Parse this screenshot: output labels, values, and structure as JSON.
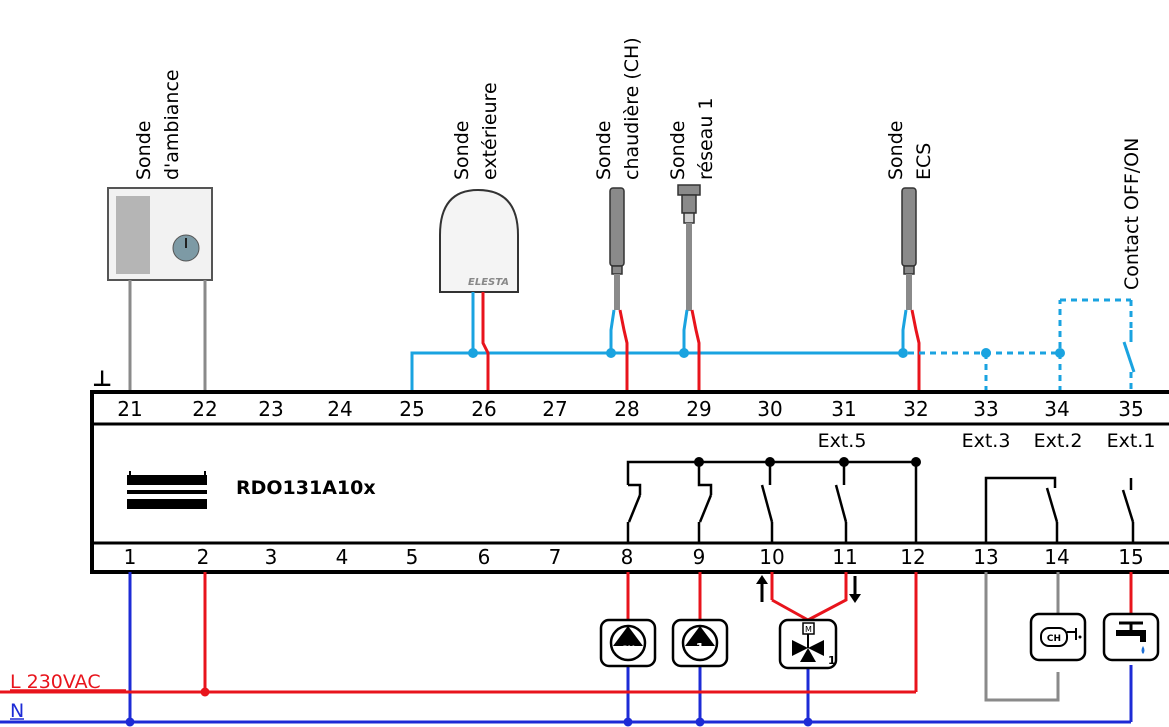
{
  "devices": {
    "room": [
      "Sonde",
      "d'ambiance"
    ],
    "outdoor": [
      "Sonde",
      "extérieure"
    ],
    "outdoor_brand": "ELESTA",
    "boiler": [
      "Sonde",
      "chaudière (CH)"
    ],
    "network": [
      "Sonde",
      "réseau 1"
    ],
    "dhw": [
      "Sonde",
      "ECS"
    ],
    "contact": "Contact OFF/ON"
  },
  "ground_symbol": "⊥",
  "controller": {
    "model": "RDO131A10x",
    "top_terminals": [
      "21",
      "22",
      "23",
      "24",
      "25",
      "26",
      "27",
      "28",
      "29",
      "30",
      "31",
      "32",
      "33",
      "34",
      "35"
    ],
    "bottom_terminals": [
      "1",
      "2",
      "3",
      "4",
      "5",
      "6",
      "7",
      "8",
      "9",
      "10",
      "11",
      "12",
      "13",
      "14",
      "15"
    ],
    "ext_labels": {
      "t31": "Ext.5",
      "t33": "Ext.3",
      "t34": "Ext.2",
      "t35": "Ext.1"
    }
  },
  "outputs": {
    "pump_ch": "CH",
    "pump_1": "1",
    "valve_m": "M",
    "valve_n": "1",
    "burner": "CH"
  },
  "power": {
    "l_label": "L 230VAC",
    "n_label": "N",
    "l_color": "#e8141c",
    "n_color": "#1d2bd6",
    "sensor_color": "#1aa3e0"
  }
}
